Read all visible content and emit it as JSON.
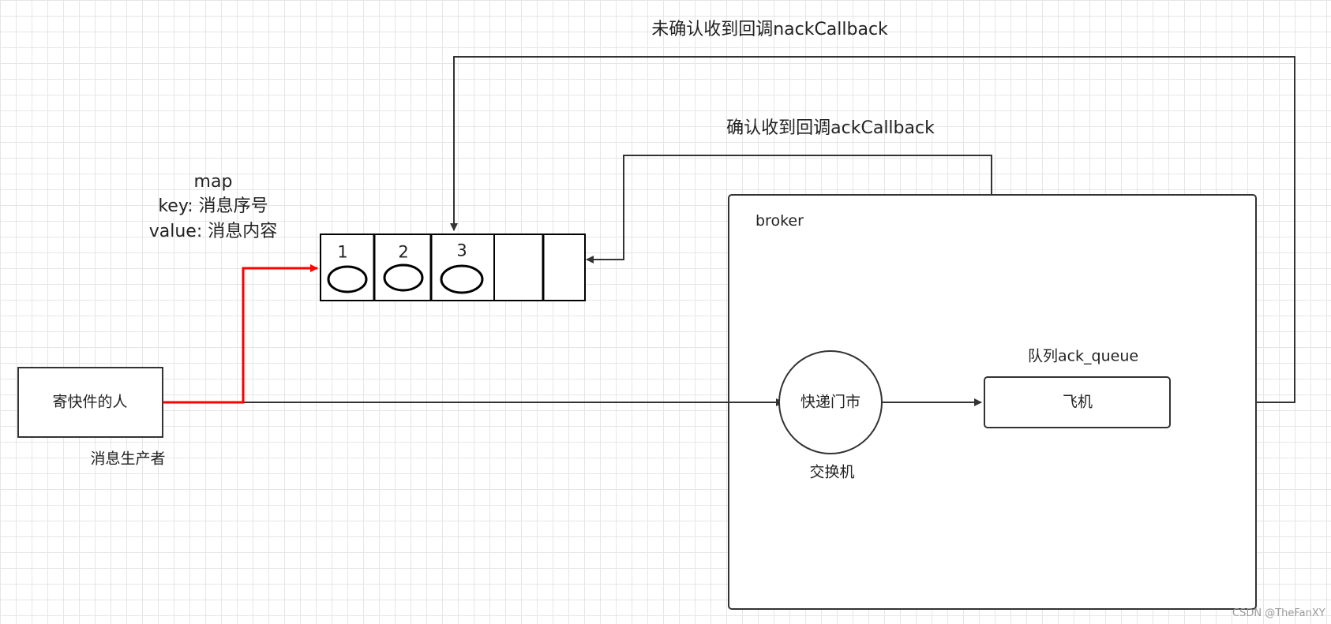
{
  "callbacks": {
    "nack_label": "未确认收到回调nackCallback",
    "ack_label": "确认收到回调ackCallback"
  },
  "map_note": {
    "title": "map",
    "key_line": "key: 消息序号",
    "value_line": "value: 消息内容"
  },
  "map_cells": [
    "1",
    "2",
    "3",
    "",
    ""
  ],
  "producer": {
    "label": "寄快件的人",
    "caption": "消息生产者"
  },
  "broker": {
    "label": "broker",
    "exchange": {
      "label": "快递门市",
      "caption": "交换机"
    },
    "queue": {
      "title": "队列ack_queue",
      "label": "飞机"
    }
  },
  "watermark": "CSDN @TheFanXY",
  "colors": {
    "line": "#333333",
    "highlight": "#ff0000",
    "box_stroke": "#000000"
  }
}
